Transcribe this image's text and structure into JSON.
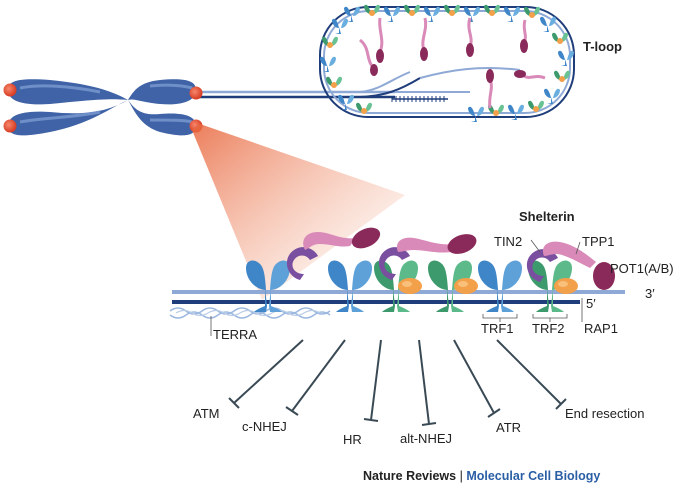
{
  "labels": {
    "t_loop": "T-loop",
    "shelterin": "Shelterin",
    "tin2": "TIN2",
    "tpp1": "TPP1",
    "pot1": "POT1(A/B)",
    "three_prime": "3′",
    "five_prime": "5′",
    "terra": "TERRA",
    "trf1": "TRF1",
    "trf2": "TRF2",
    "rap1": "RAP1"
  },
  "pathways": [
    "ATM",
    "c-NHEJ",
    "HR",
    "alt-NHEJ",
    "ATR",
    "End resection"
  ],
  "footer": {
    "journal": "Nature Reviews",
    "separator": "|",
    "section": "Molecular Cell Biology"
  },
  "colors": {
    "chromosome": "#3f63a6",
    "telomere_cap": "#e0452b",
    "dna_light": "#8fa9d6",
    "dna_dark": "#1f3d7a",
    "trf1": "#3f86c8",
    "trf2": "#4aa97a",
    "rap1": "#f2a04a",
    "tin2": "#7a4fa0",
    "tpp1": "#d98ab8",
    "pot1": "#8a2a5a",
    "inhibition_line": "#3a4a55",
    "footer_section": "#2a5ea5"
  }
}
